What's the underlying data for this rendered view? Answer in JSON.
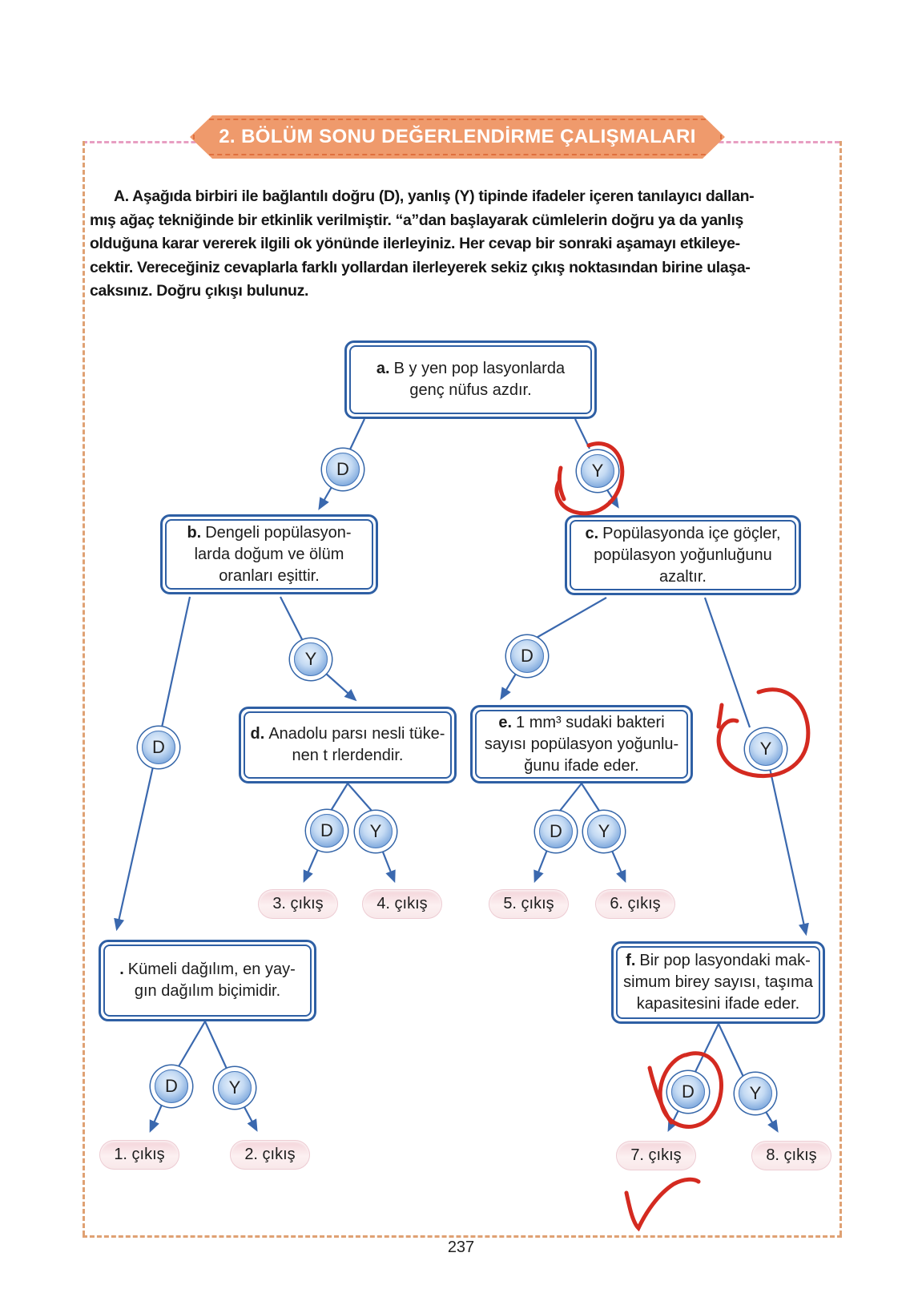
{
  "page": {
    "number": "237"
  },
  "banner": {
    "title": "2. BÖLÜM SONU DEĞERLENDİRME ÇALIŞMALARI"
  },
  "instructions": {
    "lines": [
      "A. Aşağıda birbiri ile bağlantılı doğru (D), yanlış (Y) tipinde ifadeler içeren tanılayıcı dallan-",
      "mış ağaç tekniğinde bir etkinlik verilmiştir. “a”dan başlayarak cümlelerin doğru ya da yanlış",
      "olduğuna karar vererek ilgili ok yönünde ilerleyiniz. Her cevap bir sonraki aşamayı etkileye-",
      "cektir. Vereceğiniz cevaplarla farklı yollardan ilerleyerek sekiz çıkış noktasından birine ulaşa-",
      "caksınız. Doğru çıkışı bulunuz."
    ]
  },
  "tree": {
    "dy_labels": {
      "D": "D",
      "Y": "Y"
    },
    "boxes": {
      "a": {
        "label": "a.",
        "lines": [
          "B y yen pop lasyonlarda",
          "genç nüfus azdır."
        ]
      },
      "b": {
        "label": "b.",
        "lines": [
          "Dengeli popülasyon-",
          "larda doğum ve ölüm",
          "oranları eşittir."
        ]
      },
      "c": {
        "label": "c.",
        "lines": [
          "Popülasyonda içe göçler,",
          "popülasyon yoğunluğunu",
          "azaltır."
        ]
      },
      "d": {
        "label": "d.",
        "lines": [
          "Anadolu parsı nesli tüke-",
          "nen t rlerdendir."
        ]
      },
      "e": {
        "label": "e.",
        "lines": [
          "1 mm³ sudaki bakteri",
          "sayısı popülasyon yoğunlu-",
          "ğunu ifade eder."
        ]
      },
      "g": {
        "label": ".",
        "lines": [
          "Kümeli dağılım, en yay-",
          "gın dağılım biçimidir."
        ]
      },
      "f": {
        "label": "f.",
        "lines": [
          "Bir pop lasyondaki mak-",
          "simum birey sayısı, taşıma",
          "kapasitesini ifade eder."
        ]
      }
    },
    "exits": [
      "1. çıkış",
      "2. çıkış",
      "3. çıkış",
      "4. çıkış",
      "5. çıkış",
      "6. çıkış",
      "7. çıkış",
      "8. çıkış"
    ],
    "branches": {
      "a_D": "b",
      "a_Y": "c",
      "b_D": "g",
      "b_Y": "d",
      "c_D": "e",
      "c_Y": "f",
      "d_D": "3. çıkış",
      "d_Y": "4. çıkış",
      "e_D": "5. çıkış",
      "e_Y": "6. çıkış",
      "g_D": "1. çıkış",
      "g_Y": "2. çıkış",
      "f_D": "7. çıkış",
      "f_Y": "8. çıkış"
    },
    "annotations": {
      "pen_color": "#d42a20",
      "marks": [
        {
          "type": "circle",
          "target": "Y after box a"
        },
        {
          "type": "circle",
          "target": "Y after box c"
        },
        {
          "type": "circle",
          "target": "D under box f"
        },
        {
          "type": "checkmark",
          "target": "below 7. çıkış"
        }
      ]
    }
  },
  "colors": {
    "banner_bg": "#ef9a6c",
    "banner_dash": "#e0703e",
    "box_border": "#2e5fa4",
    "connector": "#3a68ae",
    "circle_fill_light": "#eaf3fc",
    "circle_fill_dark": "#5f8fcc",
    "exit_pill_bg": "#f6dde1",
    "dash_top": "#e79ec2",
    "dash_side": "#dfa173",
    "red_pen": "#d42a20"
  }
}
